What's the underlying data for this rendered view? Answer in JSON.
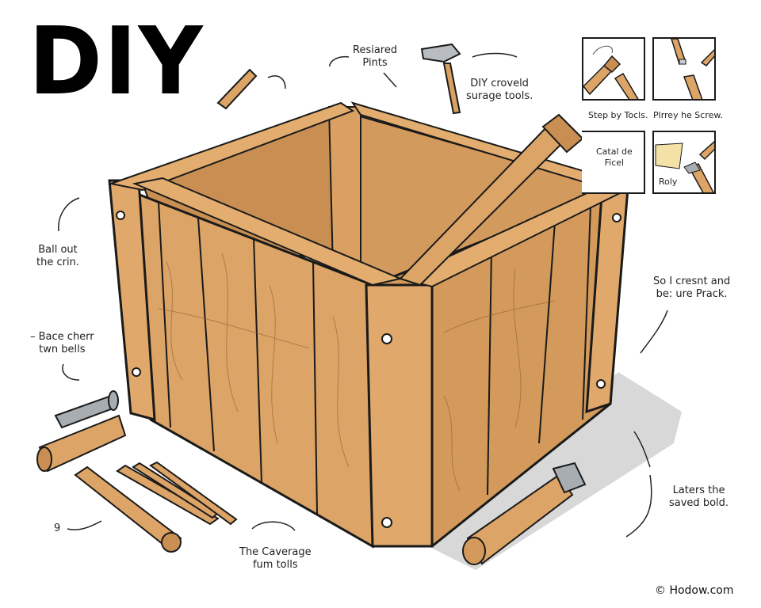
{
  "title": "DIY",
  "annotations": {
    "top_center_1": [
      "Resiared",
      "Pints"
    ],
    "top_center_2": [
      "DIY croveld",
      "surage tools."
    ],
    "left_1": [
      "Ball out",
      "the crin."
    ],
    "left_2": [
      "– Bace cherr",
      "twn bells"
    ],
    "right_1": [
      "So I cresnt and",
      "be: ure Prack."
    ],
    "right_2": [
      "Laters the",
      "saved bold."
    ],
    "bottom_center": [
      "The Caverage",
      "fum tolls"
    ],
    "bottom_left_mark": "9"
  },
  "panels": {
    "labels": {
      "step_by_tools": "Step by Tocls.",
      "plrrey_screw": "Plrrey he Screw."
    },
    "text_panel": [
      "Catal de",
      "Ficel"
    ],
    "panel4_label": "Roly"
  },
  "credit": "© Hodow.com",
  "colors": {
    "wood": "#d9a062",
    "wood_dark": "#b57d45",
    "wood_inner": "#cf9558",
    "outline": "#1a1a1a",
    "shadow": "#d6d6d6",
    "metal": "#a8adb2",
    "paper": "#f3e1a6"
  }
}
